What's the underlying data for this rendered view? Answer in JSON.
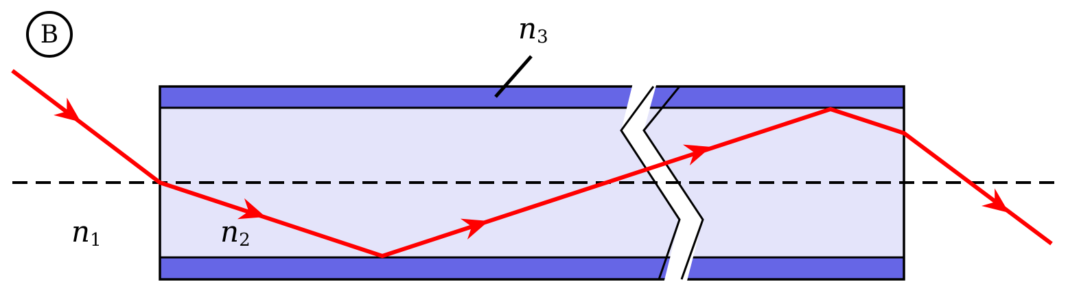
{
  "badge": {
    "label": "B"
  },
  "labels": {
    "n1": {
      "base": "n",
      "sub": "1"
    },
    "n2": {
      "base": "n",
      "sub": "2"
    },
    "n3": {
      "base": "n",
      "sub": "3"
    }
  },
  "colors": {
    "cladding": "#6666e6",
    "core": "#e4e4fa",
    "ray": "#ff0000",
    "outline": "#000000",
    "axis": "#000000"
  }
}
